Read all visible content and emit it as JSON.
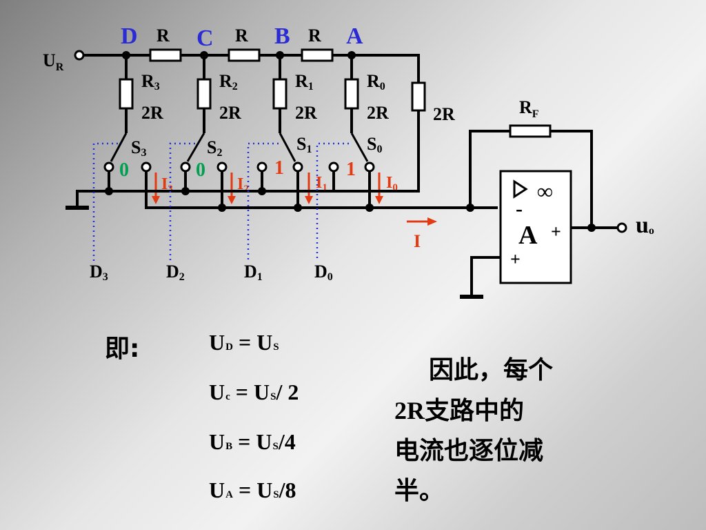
{
  "circuit": {
    "input_label": "U",
    "input_sub": "R",
    "nodes": [
      "D",
      "C",
      "B",
      "A"
    ],
    "series_resistors": [
      "R",
      "R",
      "R"
    ],
    "branch_names": [
      "R",
      "R",
      "R",
      "R"
    ],
    "branch_subs": [
      "3",
      "2",
      "1",
      "0"
    ],
    "branch_values": [
      "2R",
      "2R",
      "2R",
      "2R"
    ],
    "terminal_value": "2R",
    "switch_names": [
      "S",
      "S",
      "S",
      "S"
    ],
    "switch_subs": [
      "3",
      "2",
      "1",
      "0"
    ],
    "switch_states": [
      "0",
      "0",
      "1",
      "1"
    ],
    "current_names": [
      "I",
      "I",
      "I",
      "I"
    ],
    "current_subs": [
      "3",
      "2",
      "1",
      "0"
    ],
    "total_current": "I",
    "digit_names": [
      "D",
      "D",
      "D",
      "D"
    ],
    "digit_subs": [
      "3",
      "2",
      "1",
      "0"
    ],
    "feedback_label": "R",
    "feedback_sub": "F",
    "opamp_label": "A",
    "opamp_gain": "∞",
    "opamp_minus": "-",
    "opamp_plus_in": "+",
    "opamp_plus_out": "+",
    "output_label": "u",
    "output_sub": "o",
    "colors": {
      "node": "#2b2bd6",
      "current": "#e23a12",
      "state_zero": "#00a050",
      "dotted": "#2233dd"
    }
  },
  "equations": {
    "intro": "即:",
    "lines": [
      {
        "l": "U",
        "ls": "D",
        "eq": "=",
        "r": "U",
        "rs": "S",
        "tail": ""
      },
      {
        "l": "U",
        "ls": "c",
        "eq": "=",
        "r": "U",
        "rs": "S",
        "tail": "/ 2"
      },
      {
        "l": "U",
        "ls": "B",
        "eq": "=",
        "r": "U",
        "rs": "S",
        "tail": "/4"
      },
      {
        "l": "U",
        "ls": "A",
        "eq": "=",
        "r": "U",
        "rs": "S",
        "tail": "/8"
      }
    ]
  },
  "conclusion": {
    "line1": "因此，每个",
    "line2_latin": "2R",
    "line2_rest": "支路中的",
    "line3": "电流也逐位减",
    "line4": "半。"
  }
}
